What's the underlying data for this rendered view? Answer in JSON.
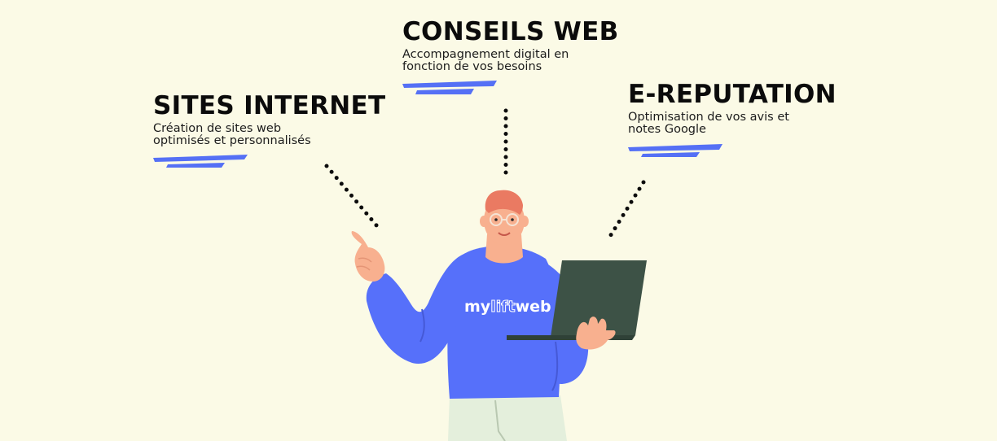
{
  "services": {
    "sites": {
      "title": "SITES INTERNET",
      "line1": "Création de sites web",
      "line2": "optimisés et personnalisés"
    },
    "conseils": {
      "title": "CONSEILS WEB",
      "line1": "Accompagnement digital en",
      "line2": "fonction de vos besoins"
    },
    "ereputation": {
      "title": "E-REPUTATION",
      "line1": "Optimisation de vos avis et",
      "line2": "notes Google"
    }
  },
  "shirt": {
    "logo_my": "my",
    "logo_lift": "lift",
    "logo_web": "web"
  },
  "colors": {
    "background": "#fbfae6",
    "accent_blue": "#5570f5",
    "shirt": "#5670fa",
    "laptop": "#3d5246",
    "skin": "#f8b08f",
    "hair": "#ea7a62",
    "pants": "#e4efdc"
  }
}
